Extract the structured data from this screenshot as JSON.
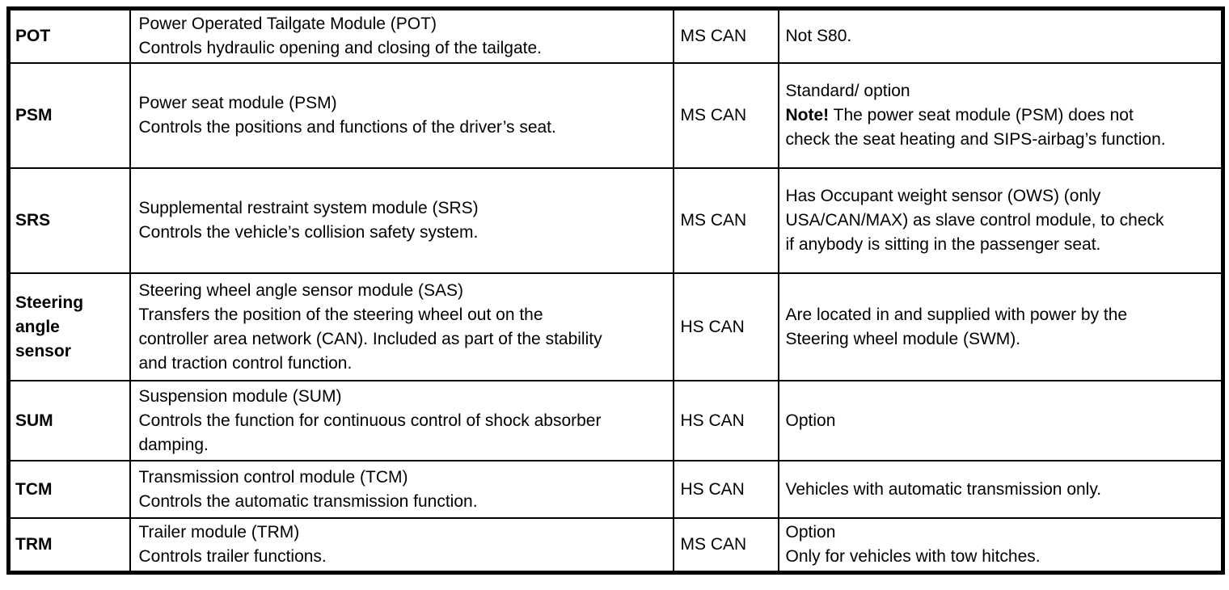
{
  "table": {
    "rows": [
      {
        "abbr": "POT",
        "desc_title": "Power Operated Tailgate Module (POT)",
        "desc_body": "Controls hydraulic opening and closing of the tailgate.",
        "network": "MS CAN",
        "notes1": "Not S80.",
        "notes_bold": "",
        "notes_after": ""
      },
      {
        "abbr": "PSM",
        "desc_title": "Power seat module (PSM)",
        "desc_body": "Controls the positions and functions of the driver’s seat.",
        "network": "MS CAN",
        "notes1": "Standard/ option",
        "notes_bold": "Note!",
        "notes_after": " The power seat module (PSM) does not check the seat heating and SIPS-airbag’s function."
      },
      {
        "abbr": "SRS",
        "desc_title": "Supplemental restraint system module (SRS)",
        "desc_body": "Controls the vehicle’s collision safety system.",
        "network": "MS CAN",
        "notes1": "Has Occupant weight sensor (OWS) (only USA/CAN/MAX) as slave control module, to check if anybody is sitting in the passenger seat.",
        "notes_bold": "",
        "notes_after": ""
      },
      {
        "abbr": "Steering\nangle\nsensor",
        "desc_title": "Steering wheel angle sensor module (SAS)",
        "desc_body": "Transfers the position of the steering wheel out on the controller area network (CAN). Included as part of the stability and traction control function.",
        "network": "HS CAN",
        "notes1": "Are located in and supplied with power by the Steering wheel module (SWM).",
        "notes_bold": "",
        "notes_after": ""
      },
      {
        "abbr": "SUM",
        "desc_title": "Suspension module (SUM)",
        "desc_body": "Controls the function for continuous control of shock absorber damping.",
        "network": "HS CAN",
        "notes1": "Option",
        "notes_bold": "",
        "notes_after": ""
      },
      {
        "abbr": "TCM",
        "desc_title": "Transmission control module (TCM)",
        "desc_body": "Controls the automatic transmission function.",
        "network": "HS CAN",
        "notes1": "Vehicles with automatic transmission only.",
        "notes_bold": "",
        "notes_after": ""
      },
      {
        "abbr": "TRM",
        "desc_title": "Trailer module (TRM)",
        "desc_body": "Controls trailer functions.",
        "network": "MS CAN",
        "notes1": "Option",
        "notes_bold": "",
        "notes_after": "Only for vehicles with tow hitches."
      }
    ]
  },
  "colors": {
    "border": "#000000",
    "text": "#000000",
    "background": "#ffffff"
  }
}
